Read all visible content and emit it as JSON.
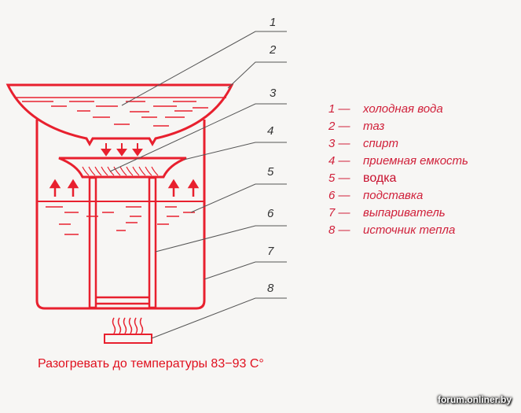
{
  "diagram": {
    "callout_numbers": [
      "1",
      "2",
      "3",
      "4",
      "5",
      "6",
      "7",
      "8"
    ],
    "legend": [
      {
        "num": "1 —",
        "label": "холодная вода"
      },
      {
        "num": "2 —",
        "label": "таз"
      },
      {
        "num": "3 —",
        "label": "спирт"
      },
      {
        "num": "4 —",
        "label": "приемная емкость"
      },
      {
        "num": "5 —",
        "label": "водка"
      },
      {
        "num": "6 —",
        "label": "подставка"
      },
      {
        "num": "7 —",
        "label": "выпариватель"
      },
      {
        "num": "8 —",
        "label": "источник тепла"
      }
    ],
    "caption": "Разогревать до температуры 83−93 С°",
    "line_color": "#e8202e"
  },
  "watermark": "forum.onliner.by"
}
